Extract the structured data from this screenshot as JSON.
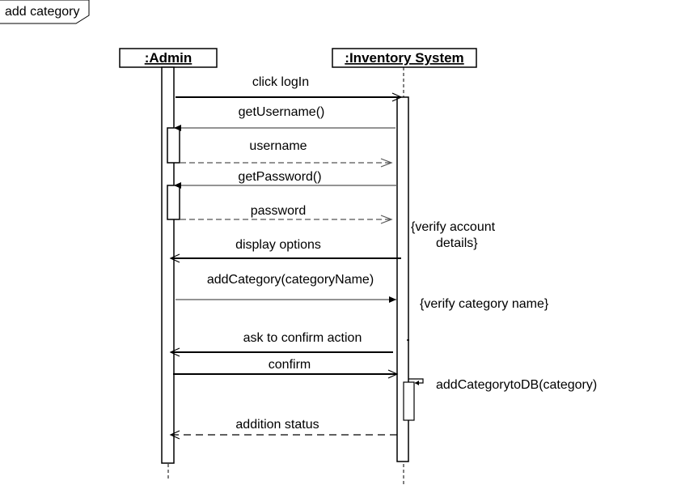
{
  "frame": {
    "title": "add category"
  },
  "lifelines": [
    {
      "id": "admin",
      "label": ":Admin"
    },
    {
      "id": "system",
      "label": ":Inventory System"
    }
  ],
  "messages": [
    {
      "label": "click logIn",
      "from": "admin",
      "to": "system",
      "kind": "sync"
    },
    {
      "label": "getUsername()",
      "from": "system",
      "to": "admin",
      "kind": "call"
    },
    {
      "label": "username",
      "from": "admin",
      "to": "system",
      "kind": "return"
    },
    {
      "label": "getPassword()",
      "from": "system",
      "to": "admin",
      "kind": "call"
    },
    {
      "label": "password",
      "from": "admin",
      "to": "system",
      "kind": "return"
    },
    {
      "label": "display options",
      "from": "system",
      "to": "admin",
      "kind": "async"
    },
    {
      "label": "addCategory(categoryName)",
      "from": "admin",
      "to": "system",
      "kind": "sync"
    },
    {
      "label": "ask to confirm action",
      "from": "system",
      "to": "admin",
      "kind": "async"
    },
    {
      "label": "confirm",
      "from": "admin",
      "to": "system",
      "kind": "async"
    },
    {
      "label": "addCategorytoDB(category)",
      "from": "system",
      "to": "system",
      "kind": "self"
    },
    {
      "label": "addition status",
      "from": "system",
      "to": "admin",
      "kind": "return"
    }
  ],
  "notes": [
    {
      "lines": [
        "{verify account",
        "details}"
      ]
    },
    {
      "lines": [
        "{verify category name}"
      ]
    }
  ]
}
